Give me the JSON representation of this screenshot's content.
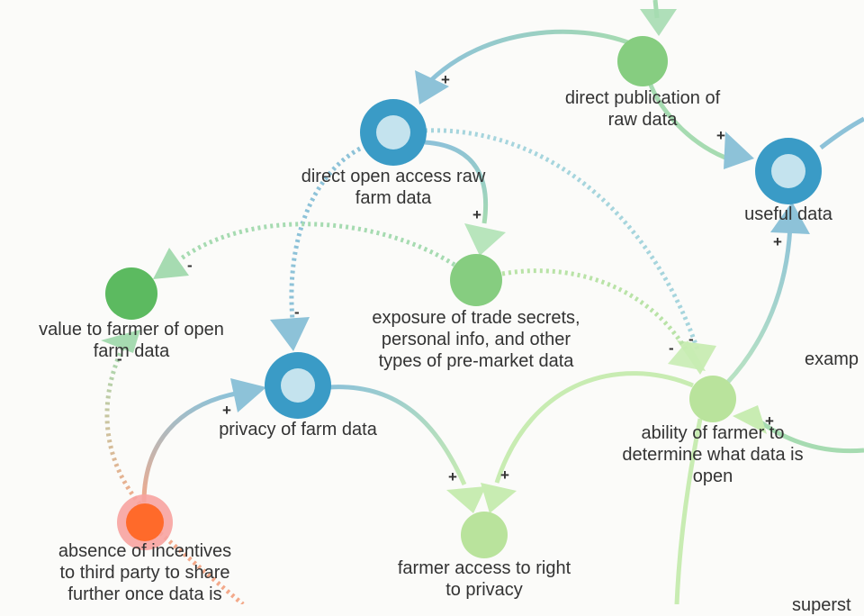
{
  "colors": {
    "background": "#fbfbf9",
    "blue_node_outer": "#3a9bc6",
    "blue_node_inner": "#c4e3ee",
    "green_dark": "#5cba60",
    "green_mid": "#86cd80",
    "green_light": "#b9e39c",
    "orange_node": "#ff6a2a",
    "orange_halo": "#f7a3a0",
    "blue_link": "#8dc2d8",
    "green_link": "#a6dbb1",
    "light_green_link": "#cdeebe",
    "label_text": "#333333"
  },
  "nodes": [
    {
      "id": "direct_publication",
      "label_lines": [
        "direct publication of",
        "raw data"
      ],
      "style": "green_mid"
    },
    {
      "id": "direct_open_access",
      "label_lines": [
        "direct open access raw",
        "farm data"
      ],
      "style": "blue_ring"
    },
    {
      "id": "useful_data",
      "label_lines": [
        "useful data"
      ],
      "style": "blue_ring"
    },
    {
      "id": "value_to_farmer",
      "label_lines": [
        "value to farmer of open",
        "farm data"
      ],
      "style": "green_dark"
    },
    {
      "id": "exposure",
      "label_lines": [
        "exposure of trade secrets,",
        "personal info, and other",
        "types of pre-market data"
      ],
      "style": "green_mid"
    },
    {
      "id": "privacy",
      "label_lines": [
        "privacy of farm data"
      ],
      "style": "blue_ring"
    },
    {
      "id": "ability",
      "label_lines": [
        "ability of farmer to",
        "determine what data is",
        "open"
      ],
      "style": "green_light"
    },
    {
      "id": "absence",
      "label_lines": [
        "absence of incentives",
        "to third party to share",
        "further once data is"
      ],
      "style": "orange"
    },
    {
      "id": "farmer_access",
      "label_lines": [
        "farmer access to right",
        "to privacy"
      ],
      "style": "green_light"
    },
    {
      "id": "examp",
      "label_lines": [
        "examp"
      ],
      "style": "offscreen"
    },
    {
      "id": "superscreen",
      "label_lines": [
        "superst"
      ],
      "style": "offscreen"
    }
  ],
  "links": [
    {
      "id": "publication_to_open_access",
      "from": "direct_publication",
      "to": "direct_open_access",
      "sign": "+",
      "style": "solid"
    },
    {
      "id": "publication_to_useful",
      "from": "direct_publication",
      "to": "useful_data",
      "sign": "+",
      "style": "solid"
    },
    {
      "id": "open_access_to_exposure",
      "from": "direct_open_access",
      "to": "exposure",
      "sign": "+",
      "style": "solid"
    },
    {
      "id": "open_access_to_privacy",
      "from": "direct_open_access",
      "to": "privacy",
      "sign": "-",
      "style": "dotted"
    },
    {
      "id": "open_access_to_ability",
      "from": "direct_open_access",
      "to": "ability",
      "sign": "-",
      "style": "dotted"
    },
    {
      "id": "exposure_to_value",
      "from": "exposure",
      "to": "value_to_farmer",
      "sign": "-",
      "style": "dotted"
    },
    {
      "id": "exposure_to_ability",
      "from": "exposure",
      "to": "ability",
      "sign": "-",
      "style": "dotted"
    },
    {
      "id": "absence_to_value",
      "from": "absence",
      "to": "value_to_farmer",
      "sign": "-",
      "style": "dotted"
    },
    {
      "id": "absence_to_privacy",
      "from": "absence",
      "to": "privacy",
      "sign": "+",
      "style": "solid"
    },
    {
      "id": "privacy_to_farmer_access",
      "from": "privacy",
      "to": "farmer_access",
      "sign": "+",
      "style": "solid"
    },
    {
      "id": "ability_to_farmer_access",
      "from": "ability",
      "to": "farmer_access",
      "sign": "+",
      "style": "solid"
    },
    {
      "id": "ability_to_useful",
      "from": "ability",
      "to": "useful_data",
      "sign": "+",
      "style": "solid"
    },
    {
      "id": "incoming_to_ability",
      "from": "offscreen",
      "to": "ability",
      "sign": "+",
      "style": "solid"
    }
  ]
}
